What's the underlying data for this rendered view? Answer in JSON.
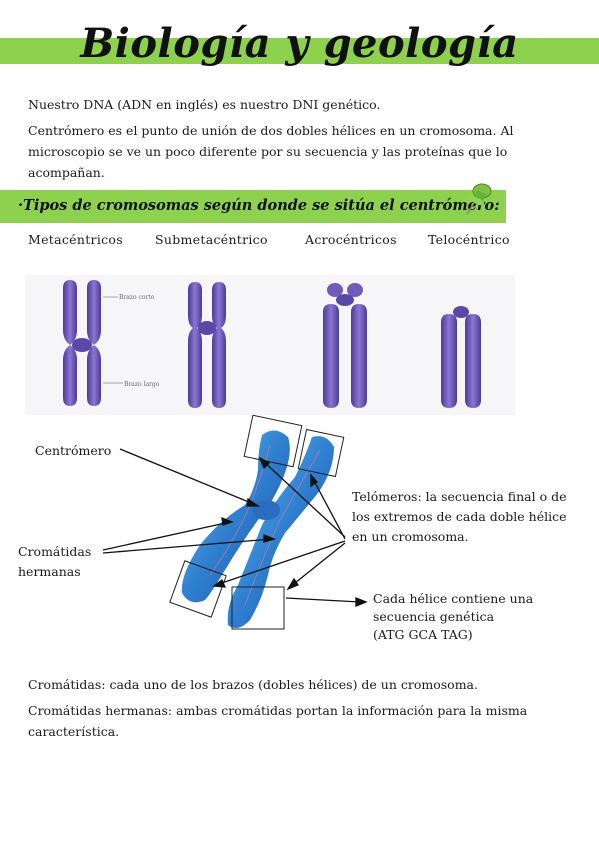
{
  "title": "Biología y geología",
  "intro": {
    "line1": "Nuestro DNA (ADN en inglés) es nuestro DNI genético.",
    "line2": "Centrómero es el punto de unión de dos dobles hélices en un cromosoma. Al microscopio se ve un poco diferente por su secuencia y las proteínas que lo acompañan."
  },
  "section_heading": "·Tipos de cromosomas según donde se sitúa el centrómero:",
  "chromosome_types": [
    "Metacéntricos",
    "Submetacéntrico",
    "Acrocéntricos",
    "Telocéntrico"
  ],
  "figure_labels": {
    "short_arm": "Brazo corto",
    "long_arm": "Brazo largo"
  },
  "diagram": {
    "centromero": "Centrómero",
    "cromatidas_hermanas_1": "Cromátidas",
    "cromatidas_hermanas_2": "hermanas",
    "telomeros_1": "Telómeros: la secuencia final o de",
    "telomeros_2": "los extremos de cada doble hélice",
    "telomeros_3": "en un cromosoma.",
    "helice_1": "Cada hélice contiene una",
    "helice_2": "secuencia genética",
    "helice_3": "(ATG GCA TAG)"
  },
  "definitions": {
    "cromatidas": "Cromátidas: cada uno de los brazos (dobles hélices) de un cromosoma.",
    "cromatidas_hermanas": "Cromátidas hermanas: ambas cromátidas portan la información para la misma característica."
  },
  "colors": {
    "accent_green": "#8ed14f",
    "chromosome_purple": "#6f5bb8",
    "chromosome_blue": "#2f7fd0"
  },
  "icons": [
    "pushpin-icon"
  ]
}
